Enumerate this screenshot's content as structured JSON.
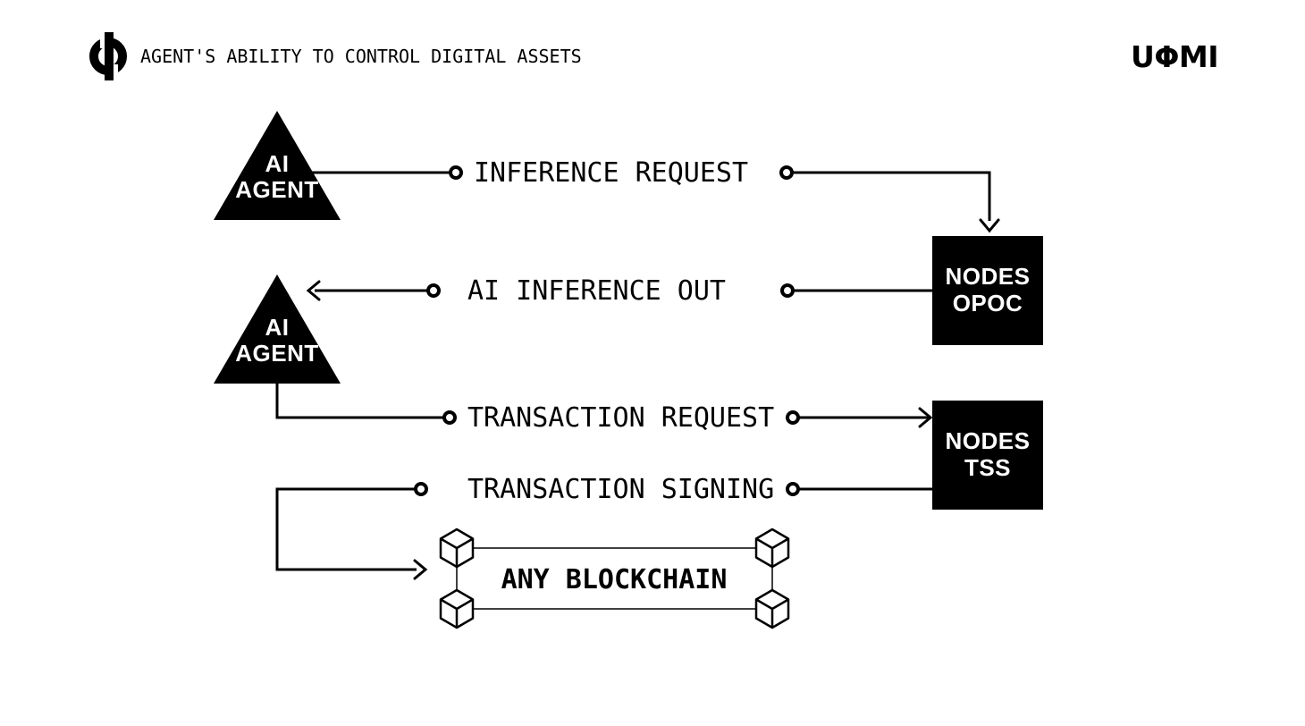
{
  "header": {
    "title": "AGENT'S ABILITY TO CONTROL DIGITAL ASSETS",
    "brand": "UΦMI"
  },
  "colors": {
    "ink": "#000000",
    "background": "#ffffff",
    "box_fill": "#000000",
    "box_text": "#ffffff"
  },
  "diagram": {
    "agent_top": {
      "line1": "AI",
      "line2": "AGENT"
    },
    "agent_bottom": {
      "line1": "AI",
      "line2": "AGENT"
    },
    "flows": {
      "inference_request": "INFERENCE REQUEST",
      "ai_inference_out": "AI INFERENCE OUT",
      "transaction_request": "TRANSACTION REQUEST",
      "transaction_signing": "TRANSACTION SIGNING"
    },
    "node_opoc": {
      "line1": "NODES",
      "line2": "OPOC"
    },
    "node_tss": {
      "line1": "NODES",
      "line2": "TSS"
    },
    "blockchain": {
      "label": "ANY BLOCKCHAIN"
    }
  }
}
